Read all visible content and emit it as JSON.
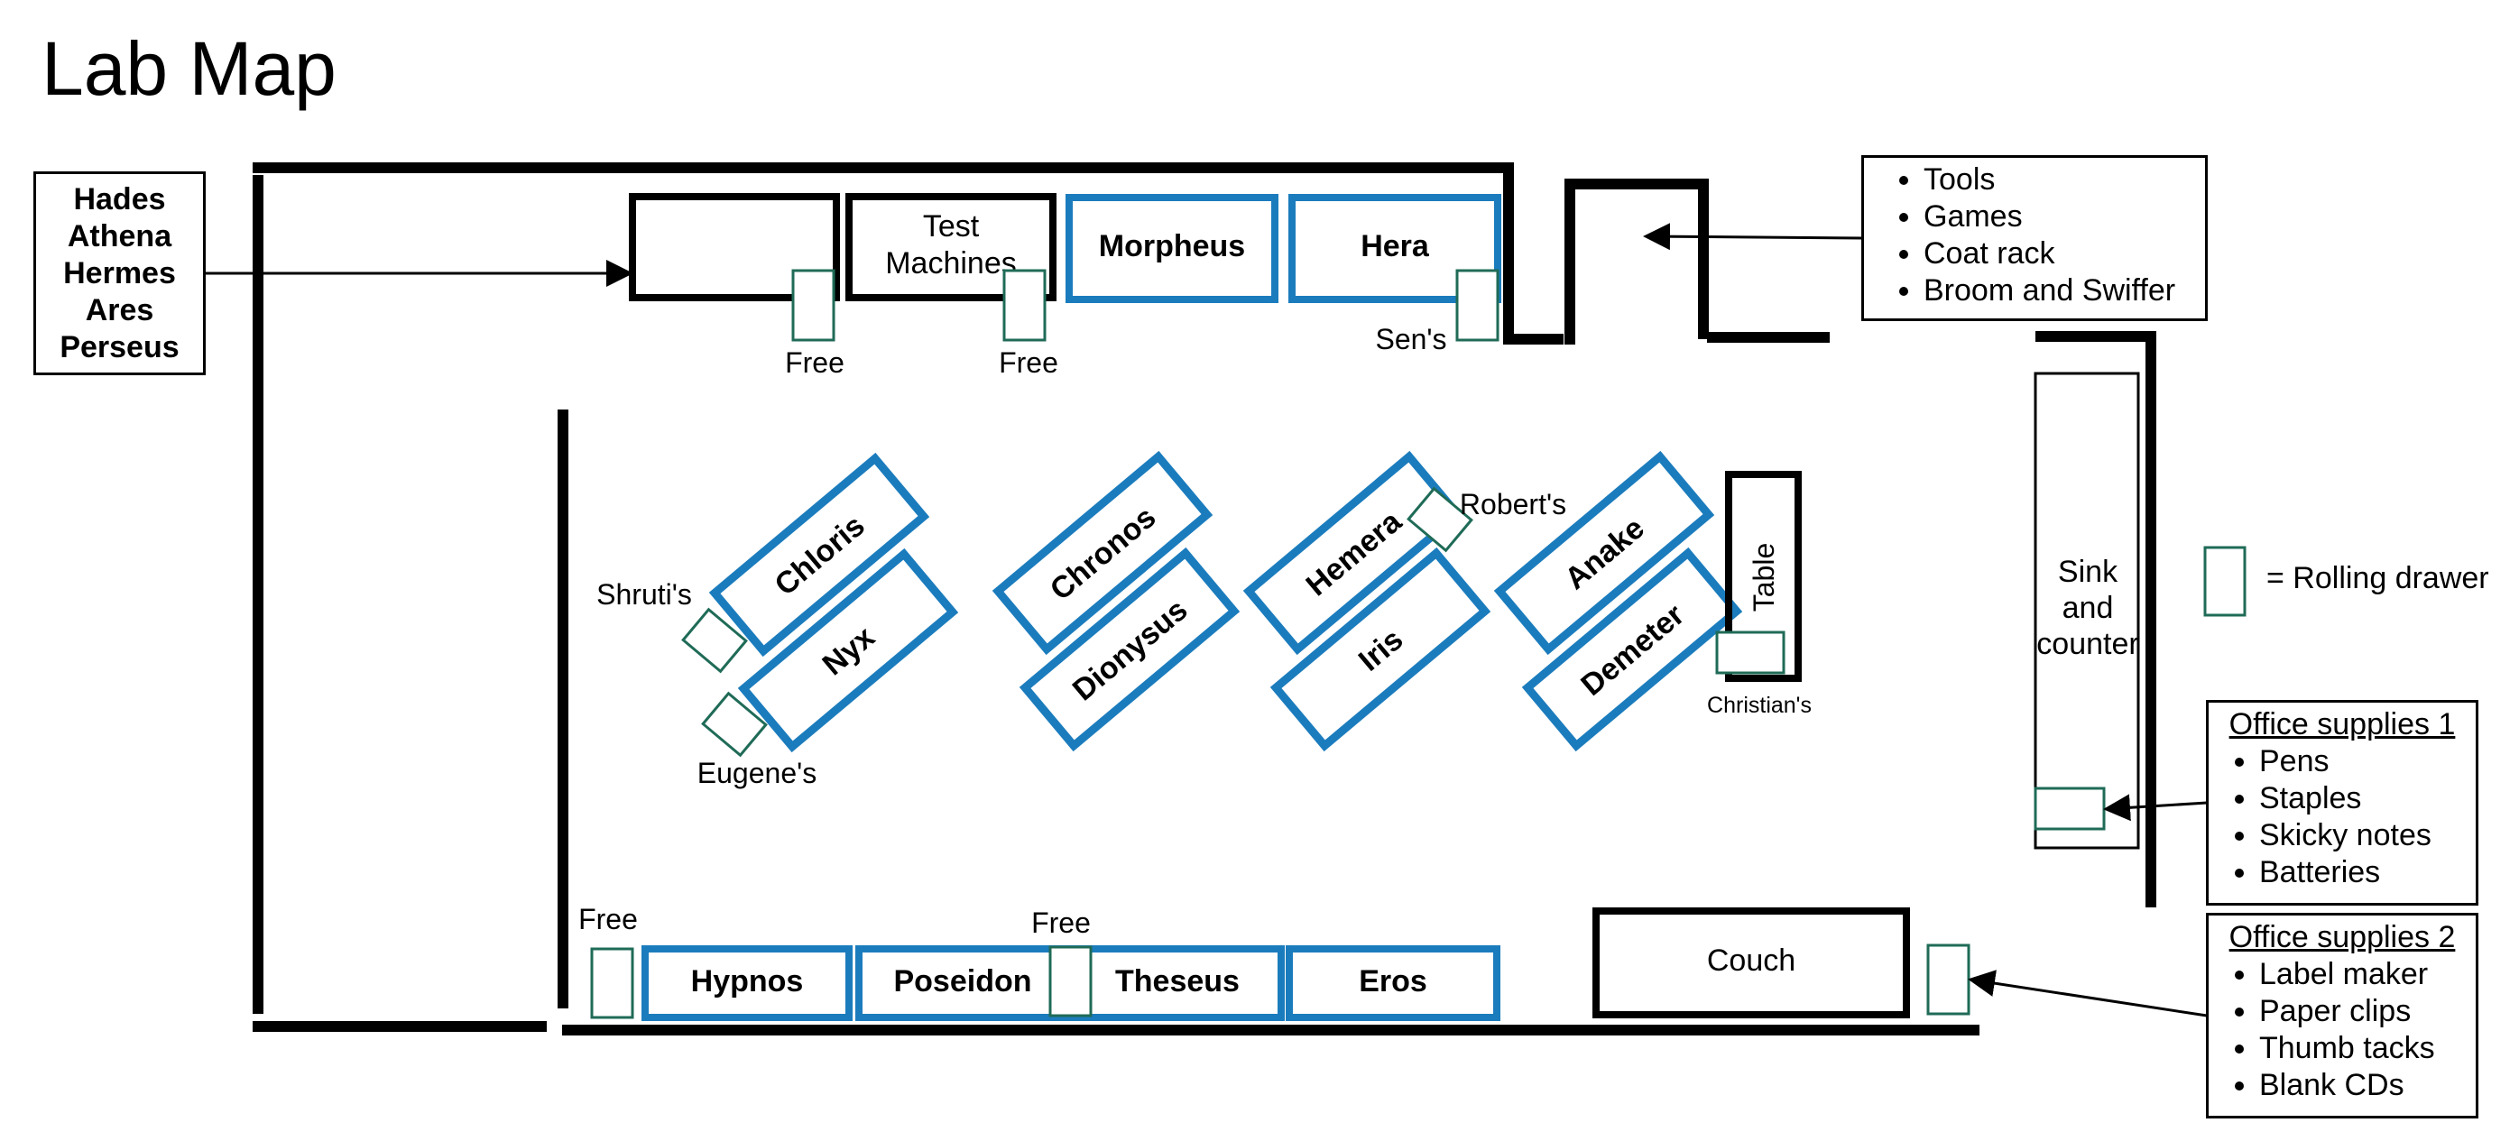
{
  "title": "Lab Map",
  "servers_box": {
    "names": [
      "Hades",
      "Athena",
      "Hermes",
      "Ares",
      "Perseus"
    ]
  },
  "storage_box": {
    "items": [
      "Tools",
      "Games",
      "Coat rack",
      "Broom and Swiffer"
    ]
  },
  "office_supplies_1": {
    "title": "Office supplies 1",
    "items": [
      "Pens",
      "Staples",
      "Skicky notes",
      "Batteries"
    ]
  },
  "office_supplies_2": {
    "title": "Office supplies 2",
    "items": [
      "Label maker",
      "Paper clips",
      "Thumb tacks",
      "Blank CDs"
    ]
  },
  "legend": {
    "text": "= Rolling drawer"
  },
  "labels": {
    "test_machines_1": "Test",
    "test_machines_2": "Machines",
    "free_1": "Free",
    "free_2": "Free",
    "free_3": "Free",
    "free_4": "Free",
    "sens": "Sen's",
    "roberts": "Robert's",
    "shrutis": "Shruti's",
    "eugenes": "Eugene's",
    "christians": "Christian's",
    "sink_1": "Sink",
    "sink_2": "and",
    "sink_3": "counter",
    "couch": "Couch",
    "table": "Table"
  },
  "machines": {
    "morpheus": "Morpheus",
    "hera": "Hera",
    "chloris": "Chloris",
    "nyx": "Nyx",
    "chronos": "Chronos",
    "dionysus": "Dionysus",
    "hemera": "Hemera",
    "iris": "Iris",
    "anake": "Anake",
    "demeter": "Demeter",
    "hypnos": "Hypnos",
    "poseidon": "Poseidon",
    "theseus": "Theseus",
    "eros": "Eros"
  },
  "colors": {
    "desk_blue": "#1b7cbd",
    "drawer_green": "#1f6b57",
    "wall": "#000000"
  }
}
